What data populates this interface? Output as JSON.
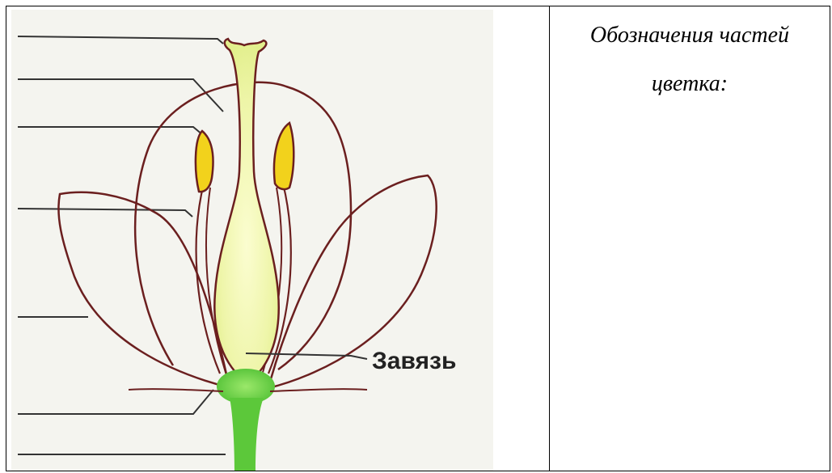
{
  "diagram": {
    "label_ovary": "Завязь",
    "colors": {
      "outline": "#6b1f1f",
      "pistil_fill": "#eef5a8",
      "anther_fill": "#f2d21c",
      "receptacle": "#7fd84a",
      "stem": "#5cc83a",
      "background": "#f4f4ef",
      "leader_line": "#333333"
    }
  },
  "caption": {
    "line1": "Обозначения частей",
    "line2": "цветка:"
  }
}
